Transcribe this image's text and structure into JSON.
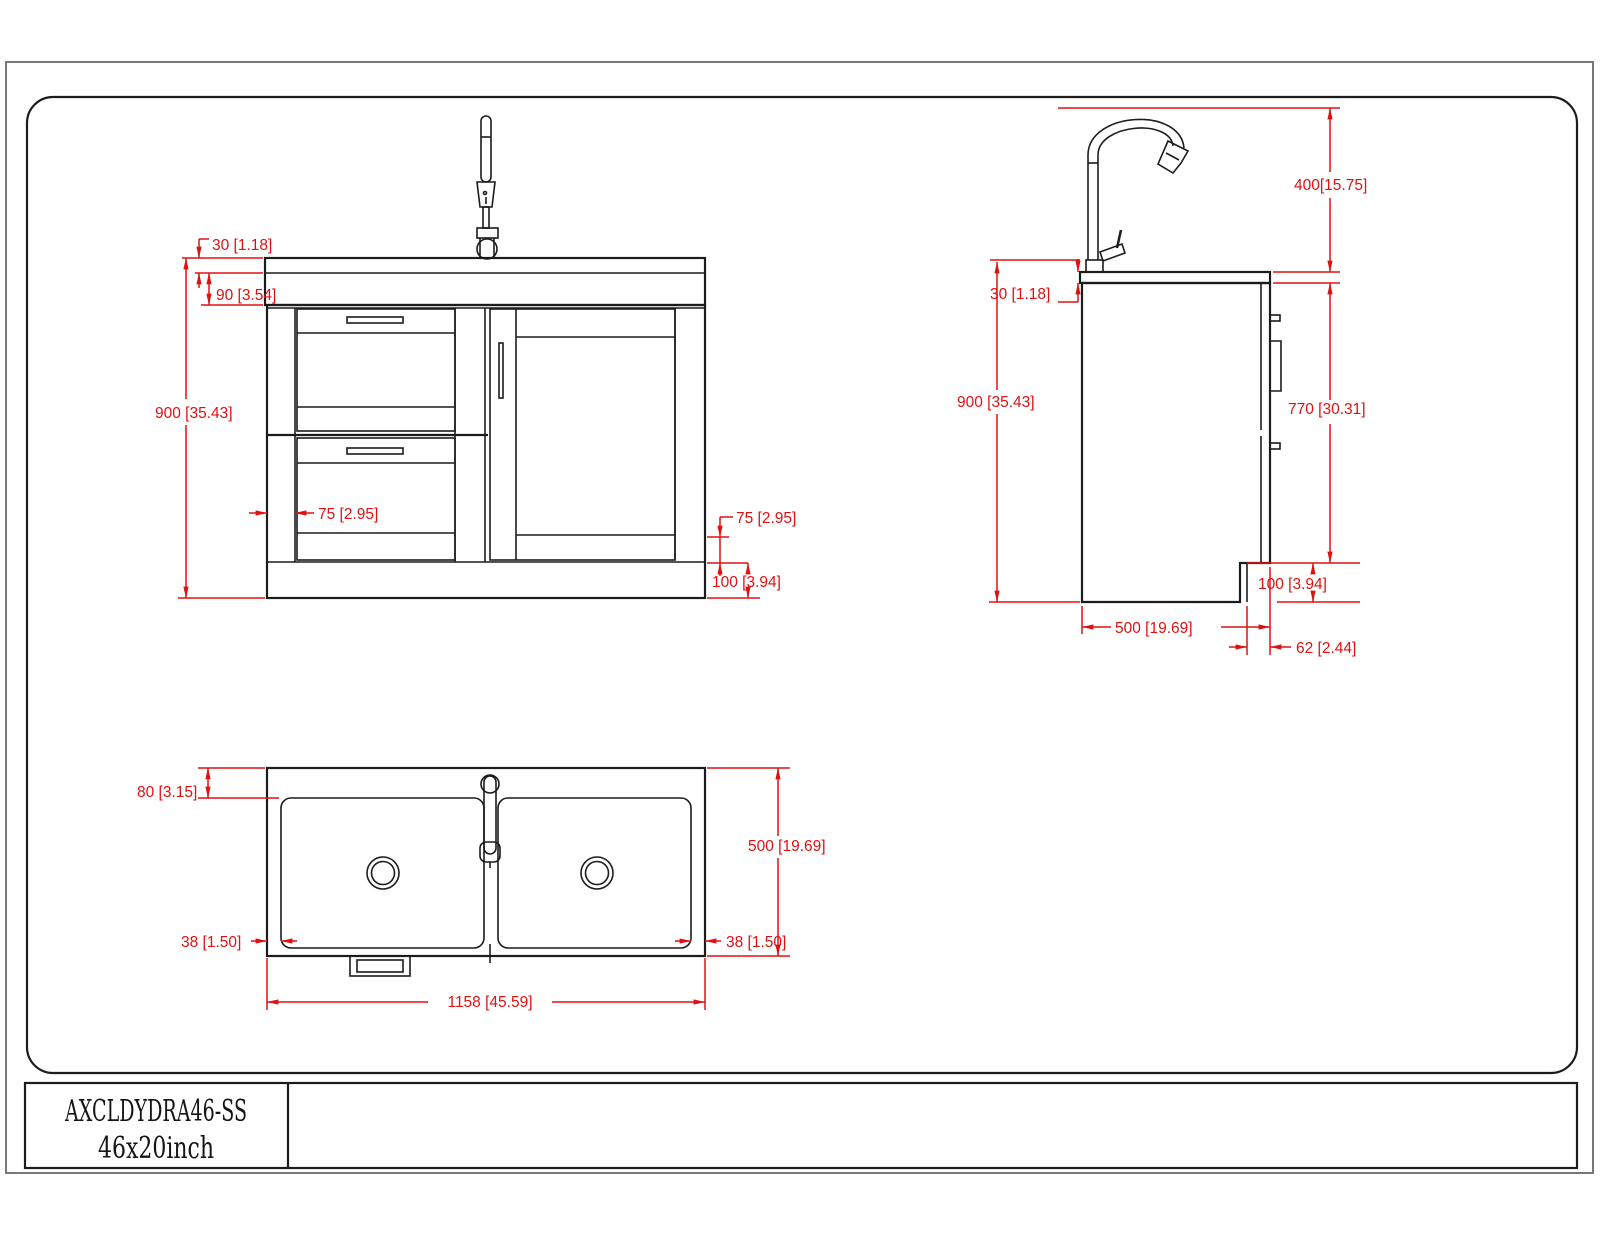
{
  "title_block": {
    "model": "AXCLDYDRA46-SS",
    "size": "46x20inch"
  },
  "colors": {
    "dimension_red": "#e01111",
    "drawing_line": "#1c1c1c",
    "page_frame_gray": "#6a6a6a",
    "background": "#ffffff"
  },
  "views": {
    "front": {
      "dims": {
        "counter_lip": "30 [1.18]",
        "apron_height": "90 [3.54]",
        "total_height": "900 [35.43]",
        "stile_width": "75 [2.95]",
        "bottom_rail": "75 [2.95]",
        "toe_kick_height": "100 [3.94]"
      }
    },
    "side": {
      "dims": {
        "faucet_height": "400[15.75]",
        "counter_thickness": "30 [1.18]",
        "total_height": "900 [35.43]",
        "body_height": "770 [30.31]",
        "toe_kick_height": "100 [3.94]",
        "depth": "500 [19.69]",
        "toe_kick_recess": "62 [2.44]"
      }
    },
    "top": {
      "dims": {
        "back_ledge": "80 [3.15]",
        "depth": "500 [19.69]",
        "left_margin": "38 [1.50]",
        "right_margin": "38 [1.50]",
        "overall_width": "1158 [45.59]"
      }
    }
  }
}
